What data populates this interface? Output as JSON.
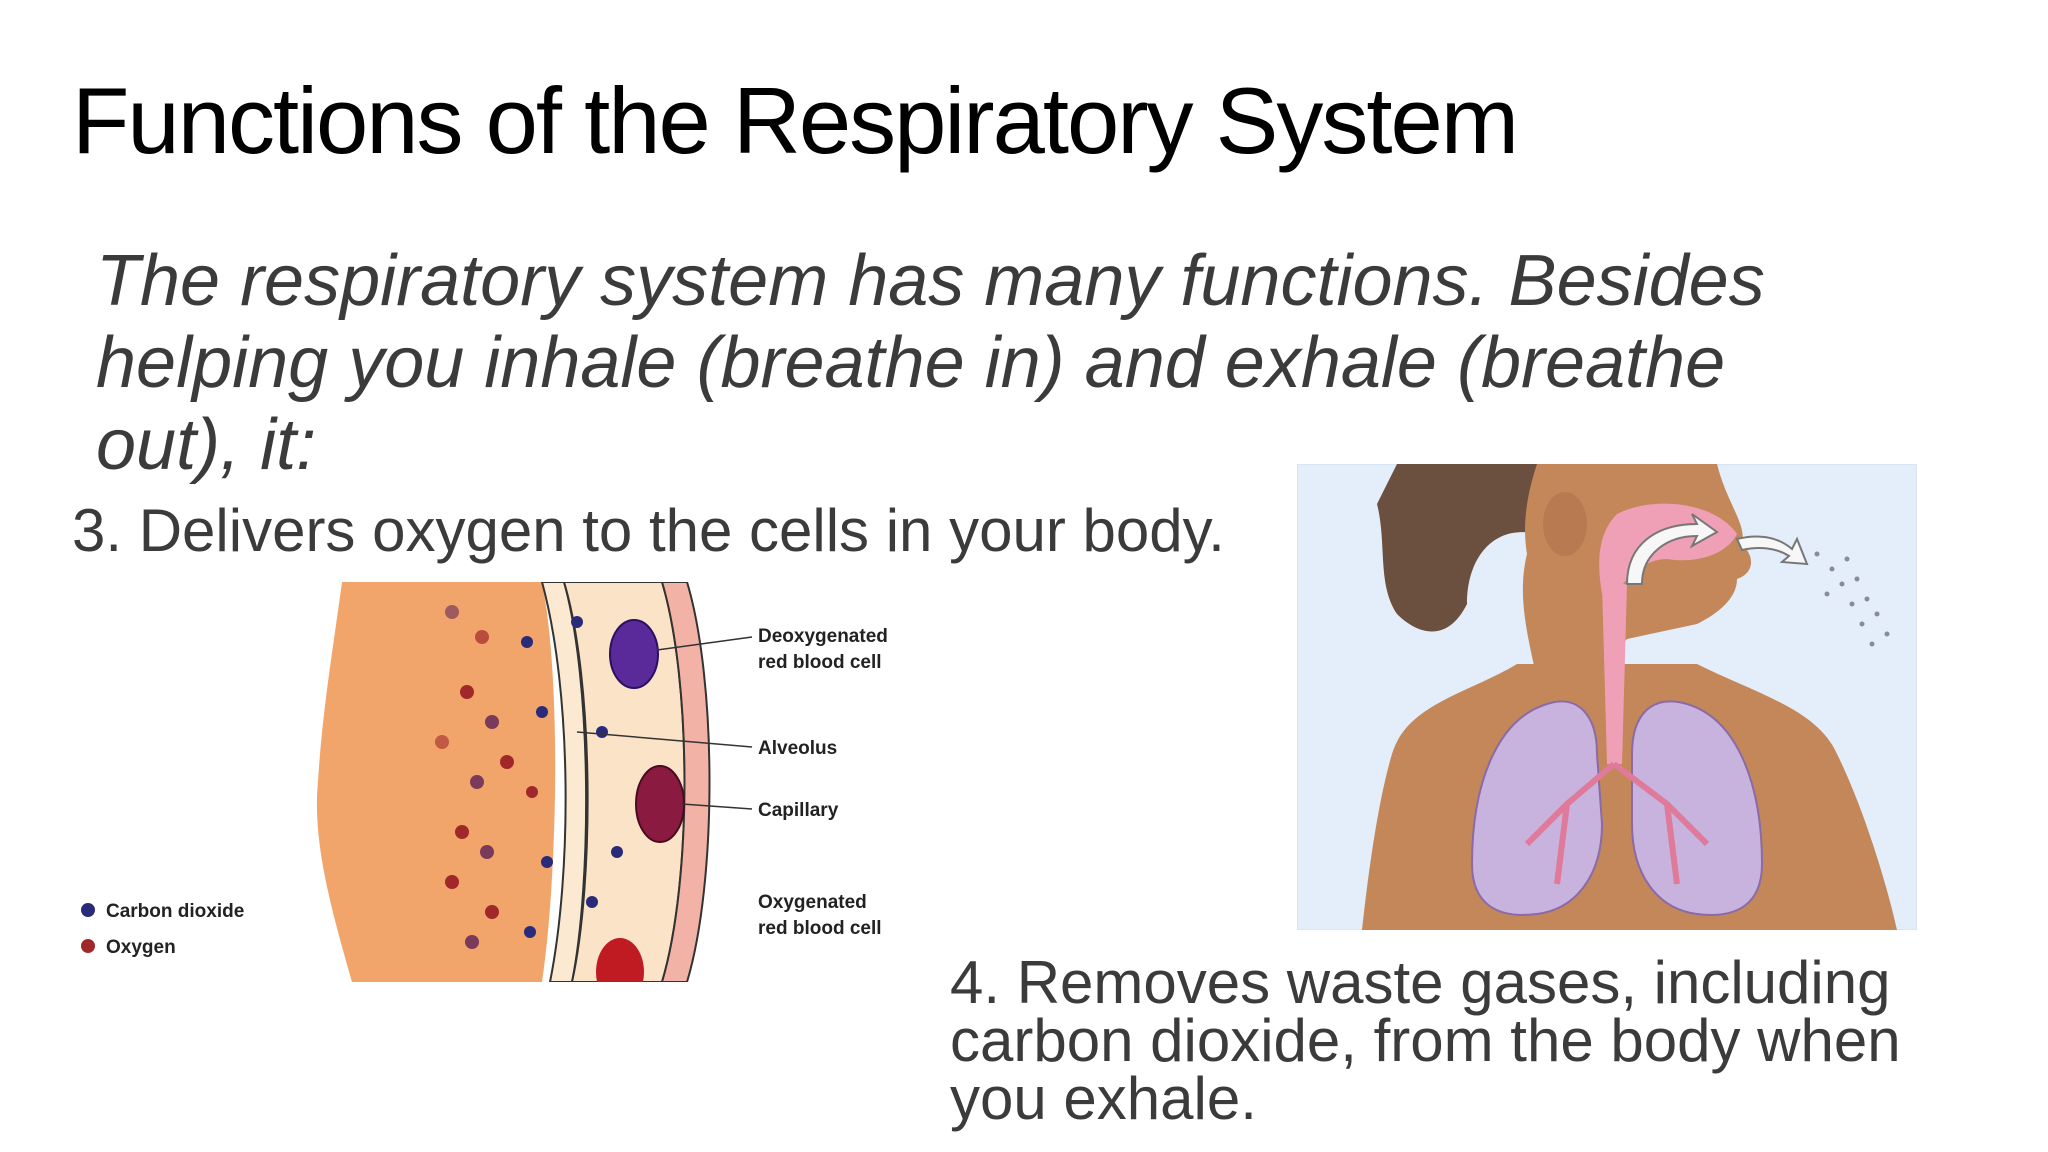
{
  "slide": {
    "title": "Functions of the Respiratory System",
    "intro_lines": [
      "The respiratory system has many functions. Besides",
      "helping you inhale (breathe in) and exhale (breathe",
      "out), it:"
    ],
    "point3": "3. Delivers oxygen to the cells in your body.",
    "point4_lines": [
      "4. Removes waste gases, including",
      "carbon dioxide, from the body when",
      "you exhale."
    ]
  },
  "alveolus_diagram": {
    "labels": {
      "deoxygenated_line1": "Deoxygenated",
      "deoxygenated_line2": "red blood cell",
      "alveolus": "Alveolus",
      "capillary": "Capillary",
      "oxygenated_line1": "Oxygenated",
      "oxygenated_line2": "red blood cell"
    },
    "legend": {
      "carbon_dioxide": "Carbon dioxide",
      "oxygen": "Oxygen"
    },
    "colors": {
      "carbon_dioxide": "#2a2a7a",
      "oxygen": "#a0282a",
      "alveolus_fill": "#f2a56b",
      "capillary_fill": "#fbe3c8",
      "wall": "#f3b2a6"
    }
  },
  "lungs_illustration": {
    "colors": {
      "background": "#e3eefa",
      "skin": "#c4875a",
      "hair": "#6b4f3f",
      "airway": "#f0a0b6",
      "lungs": "#c7b3dd"
    }
  }
}
